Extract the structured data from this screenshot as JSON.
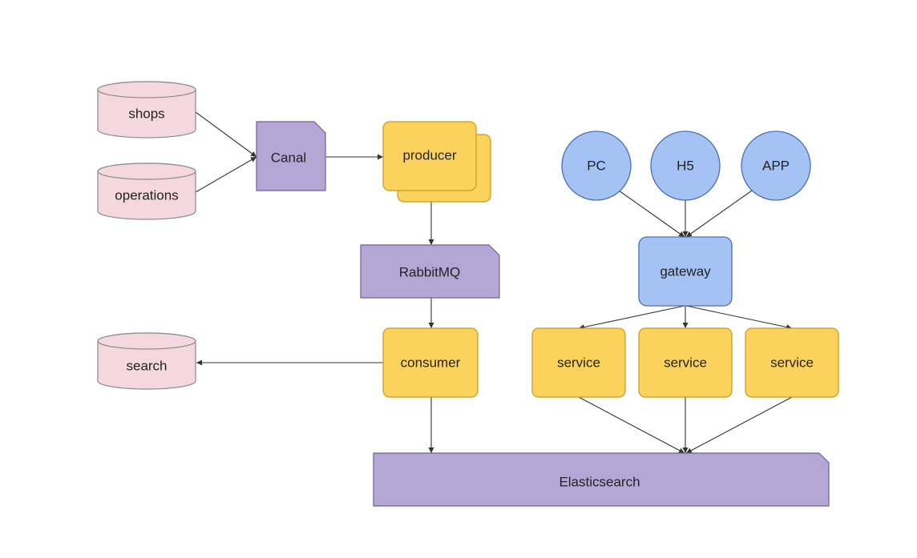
{
  "colors": {
    "database_fill": "#f4d7df",
    "database_stroke": "#8a8a8a",
    "service_fill": "#fbd35c",
    "service_stroke": "#c79a1e",
    "component_fill": "#b4a7d6",
    "component_stroke": "#6f6196",
    "client_fill": "#a4c2f4",
    "client_stroke": "#4a6fb0",
    "edge": "#333333"
  },
  "nodes": {
    "shops": "shops",
    "operations": "operations",
    "search": "search",
    "canal": "Canal",
    "producer": "producer",
    "rabbitmq": "RabbitMQ",
    "consumer": "consumer",
    "elasticsearch": "Elasticsearch",
    "pc": "PC",
    "h5": "H5",
    "app": "APP",
    "gateway": "gateway",
    "service_1": "service",
    "service_2": "service",
    "service_3": "service"
  }
}
